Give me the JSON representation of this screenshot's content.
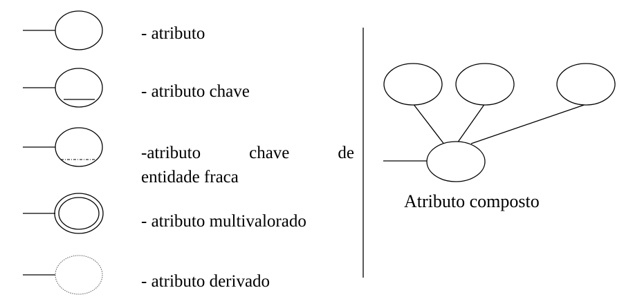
{
  "legend": {
    "items": [
      {
        "label": "- atributo"
      },
      {
        "label": "- atributo chave"
      },
      {
        "label_words": [
          "-atributo",
          "chave",
          "de"
        ],
        "label_line2": "entidade fraca"
      },
      {
        "label": "- atributo multivalorado"
      },
      {
        "label": "- atributo derivado"
      }
    ]
  },
  "composite": {
    "caption": "Atributo composto"
  }
}
